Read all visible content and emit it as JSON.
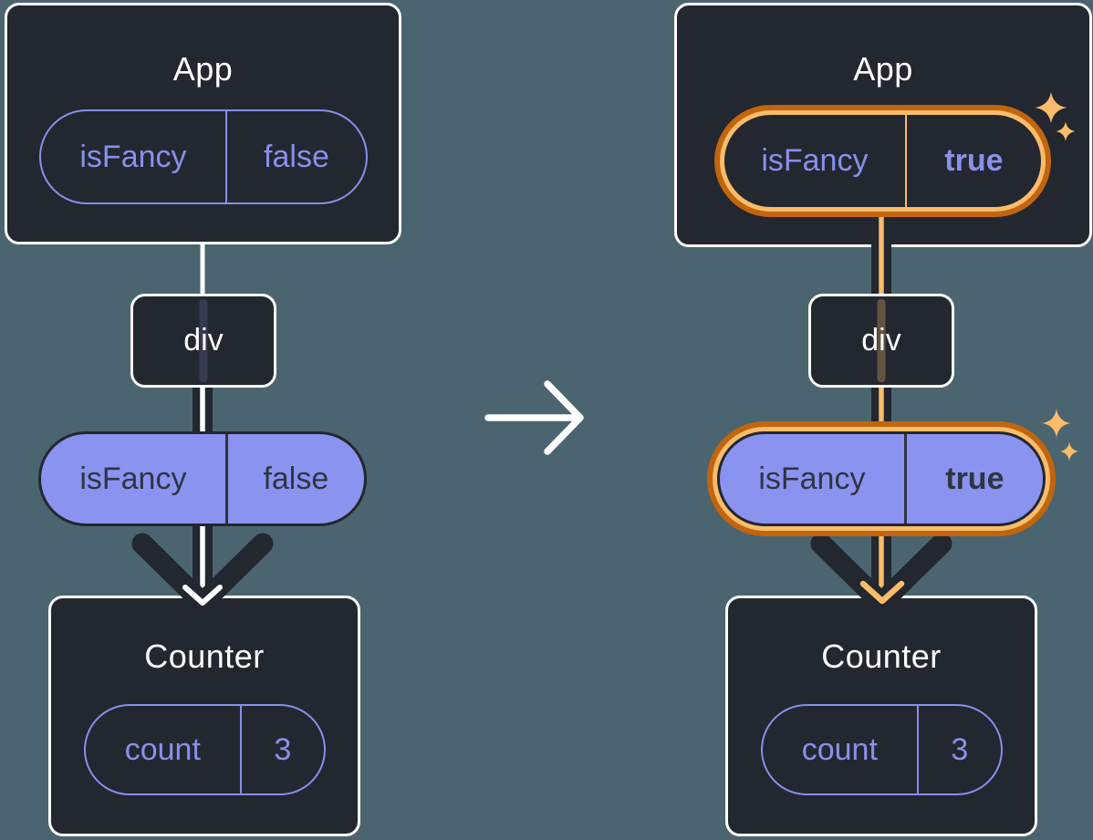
{
  "colors": {
    "background": "#4a6570",
    "node_fill": "#23272f",
    "node_border": "#ffffff",
    "purple_stroke": "#8890ec",
    "purple_fill": "#8b93f1",
    "dark_ink": "#23272f",
    "dark_text_on_purple": "#2f3541",
    "orange_light": "#f8bc6a",
    "orange_dark": "#c2650f",
    "connector_white": "#ffffff"
  },
  "icons": {
    "transition": "right-arrow-icon",
    "highlight": "sparkle-icon"
  },
  "before": {
    "app": {
      "title": "App",
      "state_pill": {
        "name": "isFancy",
        "value": "false"
      }
    },
    "div_node": {
      "label": "div"
    },
    "prop_pill": {
      "name": "isFancy",
      "value": "false"
    },
    "counter": {
      "title": "Counter",
      "state_pill": {
        "name": "count",
        "value": "3"
      }
    }
  },
  "after": {
    "app": {
      "title": "App",
      "state_pill": {
        "name": "isFancy",
        "value": "true"
      }
    },
    "div_node": {
      "label": "div"
    },
    "prop_pill": {
      "name": "isFancy",
      "value": "true"
    },
    "counter": {
      "title": "Counter",
      "state_pill": {
        "name": "count",
        "value": "3"
      }
    }
  }
}
